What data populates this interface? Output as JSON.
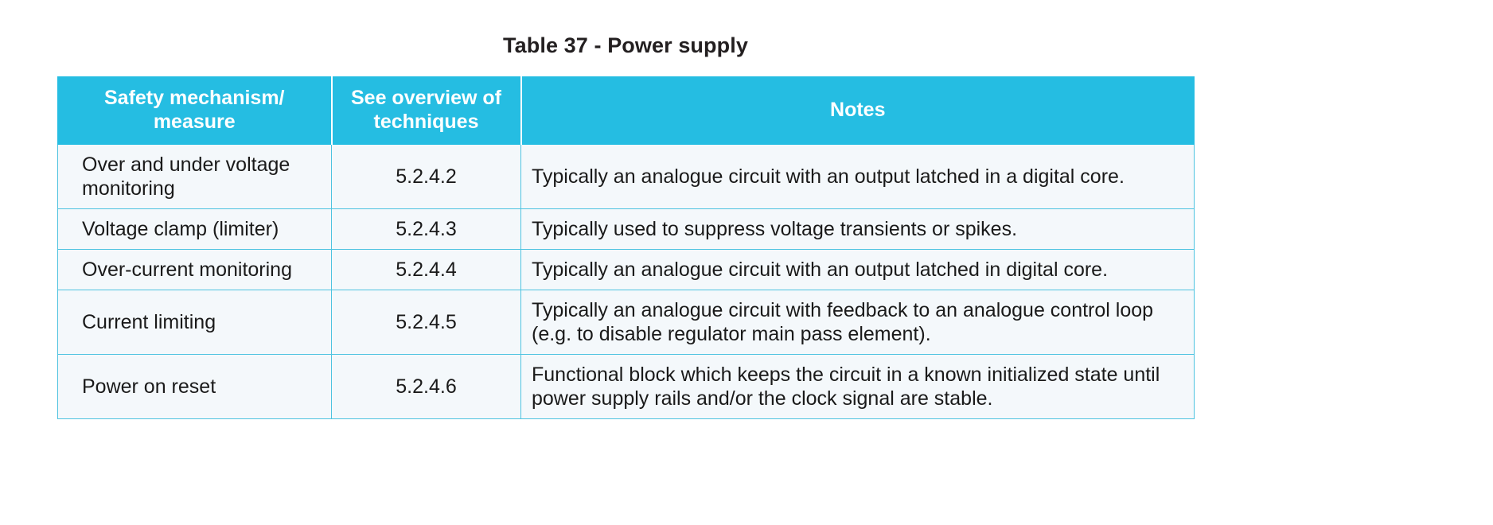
{
  "title": "Table 37 - Power supply",
  "colors": {
    "header_background": "#25bde2",
    "header_text": "#ffffff",
    "row_background": "#f4f8fb",
    "border": "#4ec3e0",
    "body_text": "#1a1a1a"
  },
  "table": {
    "headers": [
      "Safety mechanism/ measure",
      "See overview of techniques",
      "Notes"
    ],
    "rows": [
      {
        "mechanism": "Over and under voltage monitoring",
        "reference": "5.2.4.2",
        "notes": "Typically an analogue circuit with an output latched in a digital core."
      },
      {
        "mechanism": "Voltage clamp (limiter)",
        "reference": "5.2.4.3",
        "notes": "Typically used to suppress voltage transients or spikes."
      },
      {
        "mechanism": "Over-current monitoring",
        "reference": "5.2.4.4",
        "notes": "Typically an analogue circuit with an output latched in digital core."
      },
      {
        "mechanism": "Current limiting",
        "reference": "5.2.4.5",
        "notes": "Typically an analogue circuit with feedback to an analogue control loop (e.g. to disable regulator main pass element)."
      },
      {
        "mechanism": "Power on reset",
        "reference": "5.2.4.6",
        "notes": "Functional block which keeps the circuit in a known initialized state until power supply rails and/or the clock signal are stable."
      }
    ]
  }
}
